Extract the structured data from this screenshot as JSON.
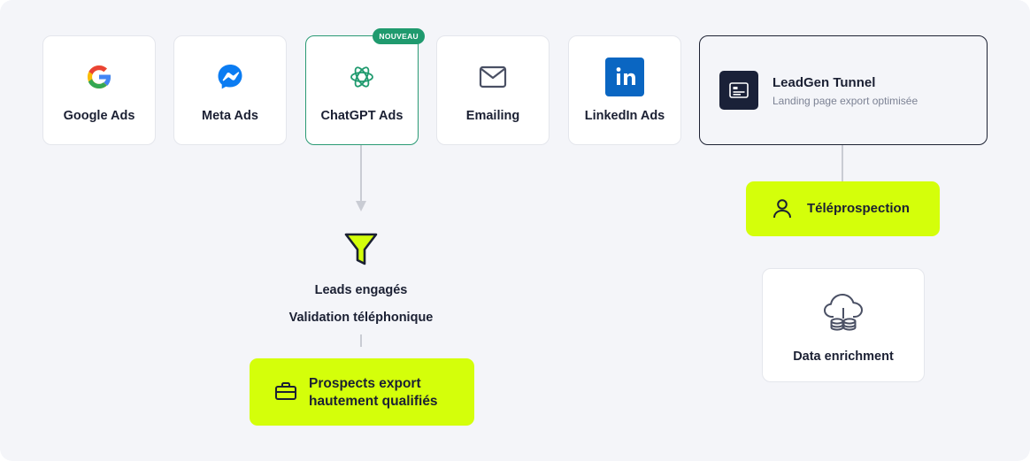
{
  "channels": [
    {
      "label": "Google Ads",
      "icon": "google-icon"
    },
    {
      "label": "Meta Ads",
      "icon": "messenger-icon"
    },
    {
      "label": "ChatGPT Ads",
      "icon": "openai-icon",
      "badge": "NOUVEAU"
    },
    {
      "label": "Emailing",
      "icon": "mail-icon"
    },
    {
      "label": "LinkedIn Ads",
      "icon": "linkedin-icon"
    }
  ],
  "leadgen": {
    "title": "LeadGen Tunnel",
    "subtitle": "Landing page export optimisée",
    "icon": "landing-page-icon"
  },
  "funnel": {
    "line1": "Leads engagés",
    "line2": "Validation téléphonique",
    "icon": "funnel-icon"
  },
  "teleprospection": {
    "label": "Téléprospection",
    "icon": "user-icon"
  },
  "prospects": {
    "line1": "Prospects export",
    "line2": "hautement qualifiés",
    "icon": "briefcase-icon"
  },
  "data_enrichment": {
    "label": "Data enrichment",
    "icon": "cloud-database-icon"
  },
  "colors": {
    "accent": "#d4ff0a",
    "badge": "#1f9a6e",
    "dark": "#1a2138",
    "linkedin": "#0a66c2",
    "messenger": "#0b7cf2",
    "openai": "#1f9a6e"
  }
}
